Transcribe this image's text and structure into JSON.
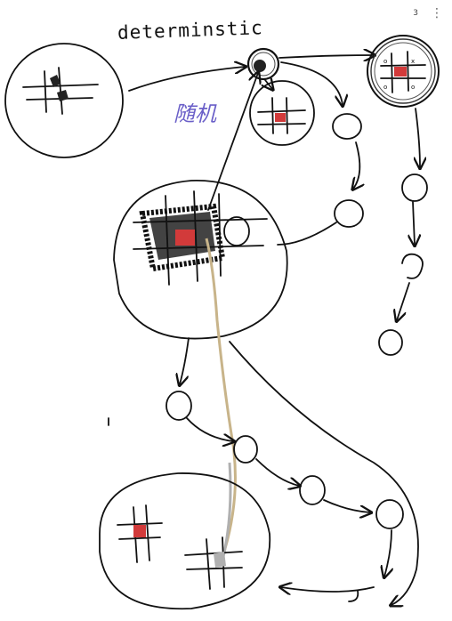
{
  "page": {
    "number": "3",
    "menu_icon": "vertical-ellipsis-icon"
  },
  "labels": {
    "top_label": "determinstic",
    "cjk_label": "随机"
  },
  "colors": {
    "ink": "#111111",
    "highlight_red": "#d23a3a",
    "pen_purple": "#6a5fc8",
    "trail_tan": "#c8b48a",
    "trail_gray": "#b0b0b0",
    "background": "#ffffff"
  }
}
